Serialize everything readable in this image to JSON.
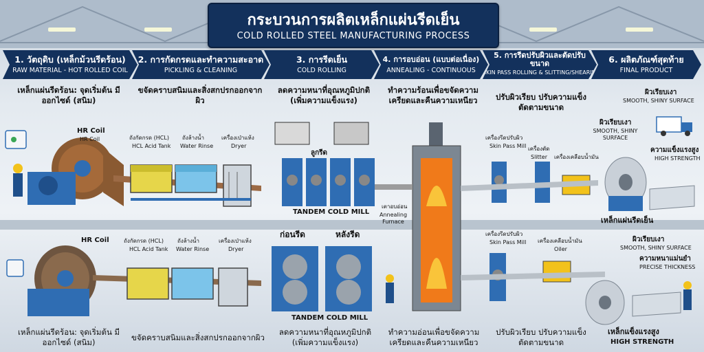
{
  "title": {
    "th": "กระบวนการผลิตเหล็กแผ่นรีดเย็น",
    "en": "COLD ROLLED STEEL MANUFACTURING PROCESS"
  },
  "steps": [
    {
      "th": "1. วัตถุดิบ (เหล็กม้วนรีดร้อน)",
      "en": "RAW MATERIAL - HOT ROLLED COIL"
    },
    {
      "th": "2. การกัดกรดและทำความสะอาด",
      "en": "PICKLING & CLEANING"
    },
    {
      "th": "3. การรีดเย็น",
      "en": "COLD ROLLING"
    },
    {
      "th": "4. การอบอ่อน (แบบต่อเนื่อง)",
      "en": "ANNEALING - CONTINUOUS"
    },
    {
      "th": "5. การรีดปรับผิวและตัดปรับขนาด",
      "en": "SKIN PASS ROLLING & SLITTING/SHEARING"
    },
    {
      "th": "6. ผลิตภัณฑ์สุดท้าย",
      "en": "FINAL PRODUCT"
    }
  ],
  "top_desc": {
    "raw": "เหล็กแผ่นรีดร้อน: จุดเริ่มต้น มีออกไซด์ (สนิม)",
    "pickling": "ขจัดคราบสนิมและสิ่งสกปรกออกจากผิว",
    "rolling": "ลดความหนาที่อุณหภูมิปกติ (เพิ่มความแข็งแรง)",
    "annealing": "ทำความร้อนเพื่อขจัดความ เครียดและคืนความเหนียว",
    "skinpass": "ปรับผิวเรียบ ปรับความแข็ง ตัดตามขนาด"
  },
  "bottom_desc": {
    "raw": "เหล็กแผ่นรีดร้อน: จุดเริ่มต้น มีออกไซด์ (สนิม)",
    "pickling": "ขจัดคราบสนิมและสิ่งสกปรกออกจากผิว",
    "rolling": "ลดความหนาที่อุณหภูมิปกติ (เพิ่มความแข็งแรง)",
    "annealing": "ทำความอ่อนเพื่อขจัดความ เครียดและคืนความเหนียว",
    "skinpass": "ปรับผิวเรียบ ปรับความแข็ง ตัดตามขนาด"
  },
  "labels": {
    "hr_coil_th": "HR Coil",
    "hr_coil_en": "HR Coil",
    "hr_coil_bottom": "HR Coil",
    "acid_th": "ถังกัดกรด (HCL)",
    "acid_en": "HCL Acid Tank",
    "rinse_th": "ถังล้างน้ำ",
    "rinse_en": "Water Rinse",
    "dryer_th": "เครื่องเป่าแห้ง",
    "dryer_en": "Dryer",
    "roll_label": "ลูกรีด",
    "tandem_top": "TANDEM COLD MILL",
    "tandem_bottom": "TANDEM COLD MILL",
    "before_roll": "ก่อนรีด",
    "after_roll": "หลังรีด",
    "furnace_th": "เตาอบอ่อน",
    "furnace_en": "Annealing Furnace",
    "skin_th": "เครื่องรีดปรับผิว",
    "skin_en": "Skin Pass Mill",
    "slitter_th": "เครื่องตัด",
    "slitter_en": "Slitter",
    "oiler_th": "เครื่องเคลือบน้ำมัน",
    "oiler_en": "Oiler",
    "smooth1_th": "ผิวเรียบเงา",
    "smooth1_en": "SMOOTH, SHINY SURFACE",
    "smooth2_th": "ผิวเรียบเงา",
    "smooth2_en": "SMOOTH, SHINY SURFACE",
    "strength_th": "ความแข็งแรงสูง",
    "strength_en": "HIGH STRENGTH",
    "coil_name": "เหล็กแผ่นรีดเย็น",
    "smooth3_th": "ผิวเรียบเงา",
    "smooth3_en": "SMOOTH, SHINY SURFACE",
    "thick_th": "ความหนาแม่นยำ",
    "thick_en": "PRECISE THICKNESS",
    "strength2_th": "เหล็กแข็งแรงสูง",
    "strength2_en": "HIGH STRENGTH"
  },
  "colors": {
    "navy": "#13315c",
    "machine_blue": "#2f6db3",
    "acid": "#e6d64a",
    "water": "#7cc4ea",
    "fire": "#f07a1a",
    "oil": "#f2c21b"
  }
}
